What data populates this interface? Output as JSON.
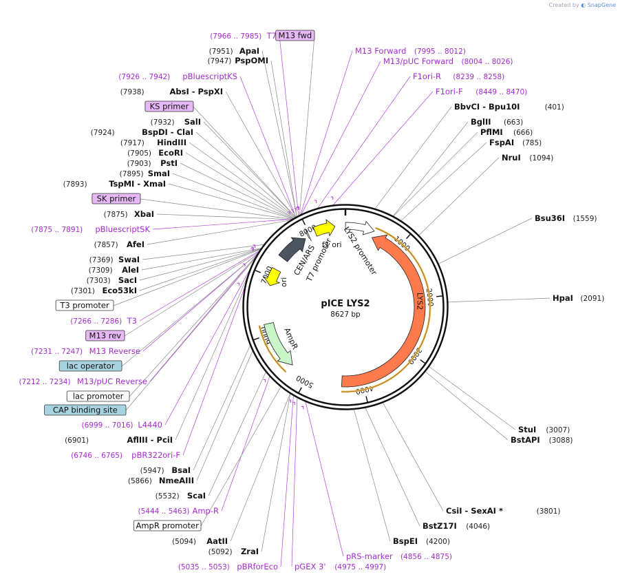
{
  "credit": {
    "prefix": "Created by",
    "brand": "SnapGene"
  },
  "plasmid": {
    "name": "pICE LYS2",
    "size": "8627 bp",
    "length": 8627
  },
  "colors": {
    "enzyme_bold": "#111111",
    "enzyme_pos": "#222222",
    "primer_text": "#a52bd1",
    "line_gray": "#888888",
    "primer_line": "#b23fe0",
    "backbone": "#111111",
    "lys2": "#ff7a4d",
    "yellow_feature": "#ffff00",
    "ampr": "#c9f5c9",
    "cen_ars": "#4a5560",
    "orange_halo": "#f2c66a",
    "box_purple": "#e6b8f5",
    "box_blue": "#a7d4e0",
    "box_white": "#ffffff"
  },
  "ring_ticks": [
    {
      "pos": 0,
      "label": ""
    },
    {
      "pos": 1000,
      "label": "1000"
    },
    {
      "pos": 2000,
      "label": "2000"
    },
    {
      "pos": 3000,
      "label": "3000"
    },
    {
      "pos": 4000,
      "label": "4000"
    },
    {
      "pos": 5000,
      "label": "5000"
    },
    {
      "pos": 6000,
      "label": "6000"
    },
    {
      "pos": 7000,
      "label": "7000"
    },
    {
      "pos": 8000,
      "label": "8000"
    }
  ],
  "features": [
    {
      "name": "LYS2",
      "start": 500,
      "end": 4380,
      "strand": -1,
      "color": "#ff7a4d",
      "kind": "cds"
    },
    {
      "name": "LYS2 promoter",
      "start": 1,
      "end": 500,
      "strand": 1,
      "color": "#ffffff",
      "kind": "promoter"
    },
    {
      "name": "f1 ori",
      "start": 8100,
      "end": 8450,
      "strand": 1,
      "color": "#ffff00",
      "kind": "ori"
    },
    {
      "name": "CEN/ARS",
      "start": 7380,
      "end": 7900,
      "strand": 1,
      "color": "#4a5560",
      "kind": "misc"
    },
    {
      "name": "ori",
      "start": 6850,
      "end": 7150,
      "strand": -1,
      "color": "#ffff00",
      "kind": "ori"
    },
    {
      "name": "AmpR",
      "start": 5330,
      "end": 6180,
      "strand": -1,
      "color": "#c9f5c9",
      "kind": "cds"
    },
    {
      "name": "T7 promoter",
      "start": 7960,
      "end": 7980,
      "strand": 1,
      "color": "#ffffff",
      "kind": "promoter"
    }
  ],
  "inner_labels": {
    "f1_ori": "f1 ori",
    "lys2_promoter": "LYS2 promoter",
    "lys2": "LYS2",
    "cen_ars": "CEN/ARS",
    "t7_promoter": "T7 promoter",
    "ori": "ori",
    "ampr": "AmpR"
  },
  "labels": [
    {
      "name": "T7",
      "pos": "(7966 .. 7985)",
      "style": "primer",
      "pos_side": "left",
      "site": 7975
    },
    {
      "name": "M13 fwd",
      "pos": "",
      "style": "box-purple",
      "pos_side": "left",
      "site": 7990
    },
    {
      "name": "ApaI",
      "pos": "(7951)",
      "style": "enzyme",
      "pos_side": "left",
      "site": 7951
    },
    {
      "name": "PspOMI",
      "pos": "(7947)",
      "style": "enzyme",
      "pos_side": "left",
      "site": 7947
    },
    {
      "name": "pBluescriptKS",
      "pos": "(7926 .. 7942)",
      "style": "primer",
      "pos_side": "left",
      "site": 7934
    },
    {
      "name": "AbsI  -  PspXI",
      "pos": "(7938)",
      "style": "enzyme",
      "pos_side": "left",
      "site": 7938
    },
    {
      "name": "KS primer",
      "pos": "",
      "style": "box-purple",
      "pos_side": "left",
      "site": 7934
    },
    {
      "name": "SalI",
      "pos": "(7932)",
      "style": "enzyme",
      "pos_side": "left",
      "site": 7932
    },
    {
      "name": "BspDI  -  ClaI",
      "pos": "(7924)",
      "style": "enzyme",
      "pos_side": "left",
      "site": 7924
    },
    {
      "name": "HindIII",
      "pos": "(7917)",
      "style": "enzyme",
      "pos_side": "left",
      "site": 7917
    },
    {
      "name": "EcoRI",
      "pos": "(7905)",
      "style": "enzyme",
      "pos_side": "left",
      "site": 7905
    },
    {
      "name": "PstI",
      "pos": "(7903)",
      "style": "enzyme",
      "pos_side": "left",
      "site": 7903
    },
    {
      "name": "SmaI",
      "pos": "(7895)",
      "style": "enzyme",
      "pos_side": "left",
      "site": 7895
    },
    {
      "name": "TspMI  -  XmaI",
      "pos": "(7893)",
      "style": "enzyme",
      "pos_side": "left",
      "site": 7893
    },
    {
      "name": "SK primer",
      "pos": "",
      "style": "box-purple",
      "pos_side": "left",
      "site": 7883
    },
    {
      "name": "XbaI",
      "pos": "(7875)",
      "style": "enzyme",
      "pos_side": "left",
      "site": 7875
    },
    {
      "name": "pBluescriptSK",
      "pos": "(7875 .. 7891)",
      "style": "primer",
      "pos_side": "left",
      "site": 7883
    },
    {
      "name": "AfeI",
      "pos": "(7857)",
      "style": "enzyme",
      "pos_side": "left",
      "site": 7857
    },
    {
      "name": "SwaI",
      "pos": "(7369)",
      "style": "enzyme",
      "pos_side": "left",
      "site": 7369
    },
    {
      "name": "AleI",
      "pos": "(7309)",
      "style": "enzyme",
      "pos_side": "left",
      "site": 7309
    },
    {
      "name": "SacI",
      "pos": "(7303)",
      "style": "enzyme",
      "pos_side": "left",
      "site": 7303
    },
    {
      "name": "Eco53kI",
      "pos": "(7301)",
      "style": "enzyme",
      "pos_side": "left",
      "site": 7301
    },
    {
      "name": "T3 promoter",
      "pos": "",
      "style": "box-white",
      "pos_side": "left",
      "site": 7290
    },
    {
      "name": "T3",
      "pos": "(7266 .. 7286)",
      "style": "primer",
      "pos_side": "left",
      "site": 7276
    },
    {
      "name": "M13 rev",
      "pos": "",
      "style": "box-purple",
      "pos_side": "left",
      "site": 7255
    },
    {
      "name": "M13 Reverse",
      "pos": "(7231 .. 7247)",
      "style": "primer",
      "pos_side": "left",
      "site": 7239
    },
    {
      "name": "lac operator",
      "pos": "",
      "style": "box-blue",
      "pos_side": "left",
      "site": 7230
    },
    {
      "name": "M13/pUC Reverse",
      "pos": "(7212 .. 7234)",
      "style": "primer",
      "pos_side": "left",
      "site": 7223
    },
    {
      "name": "lac promoter",
      "pos": "",
      "style": "box-white",
      "pos_side": "left",
      "site": 7195
    },
    {
      "name": "CAP binding site",
      "pos": "",
      "style": "box-blue",
      "pos_side": "left",
      "site": 7160
    },
    {
      "name": "L4440",
      "pos": "(6999 .. 7016)",
      "style": "primer",
      "pos_side": "left",
      "site": 7007
    },
    {
      "name": "AflIII  -  PciI",
      "pos": "(6901)",
      "style": "enzyme",
      "pos_side": "left",
      "site": 6901
    },
    {
      "name": "pBR322ori-F",
      "pos": "(6746 .. 6765)",
      "style": "primer",
      "pos_side": "left",
      "site": 6755
    },
    {
      "name": "BsaI",
      "pos": "(5947)",
      "style": "enzyme",
      "pos_side": "left",
      "site": 5947
    },
    {
      "name": "NmeAIII",
      "pos": "(5866)",
      "style": "enzyme",
      "pos_side": "left",
      "site": 5866
    },
    {
      "name": "ScaI",
      "pos": "(5532)",
      "style": "enzyme",
      "pos_side": "left",
      "site": 5532
    },
    {
      "name": "Amp-R",
      "pos": "(5444 .. 5463)",
      "style": "primer",
      "pos_side": "left",
      "site": 5453
    },
    {
      "name": "AmpR promoter",
      "pos": "",
      "style": "box-white",
      "pos_side": "left",
      "site": 5250
    },
    {
      "name": "AatII",
      "pos": "(5094)",
      "style": "enzyme",
      "pos_side": "left",
      "site": 5094
    },
    {
      "name": "ZraI",
      "pos": "(5092)",
      "style": "enzyme",
      "pos_side": "left",
      "site": 5092
    },
    {
      "name": "pBRforEco",
      "pos": "(5035 .. 5053)",
      "style": "primer",
      "pos_side": "left",
      "site": 5044
    },
    {
      "name": "pGEX 3'",
      "pos": "(4975 .. 4997)",
      "style": "primer",
      "pos_side": "right",
      "site": 4986
    },
    {
      "name": "pRS-marker",
      "pos": "(4856 .. 4875)",
      "style": "primer",
      "pos_side": "right",
      "site": 4865
    },
    {
      "name": "M13 Forward",
      "pos": "(7995 .. 8012)",
      "style": "primer",
      "pos_side": "right",
      "site": 8003
    },
    {
      "name": "M13/pUC Forward",
      "pos": "(8004 .. 8026)",
      "style": "primer",
      "pos_side": "right",
      "site": 8015
    },
    {
      "name": "F1ori-R",
      "pos": "(8239 .. 8258)",
      "style": "primer",
      "pos_side": "right",
      "site": 8248
    },
    {
      "name": "F1ori-F",
      "pos": "(8449 .. 8470)",
      "style": "primer",
      "pos_side": "right",
      "site": 8460
    },
    {
      "name": "BbvCI  -  Bpu10I",
      "pos": "(401)",
      "style": "enzyme",
      "pos_side": "right",
      "site": 401
    },
    {
      "name": "BglII",
      "pos": "(663)",
      "style": "enzyme",
      "pos_side": "right",
      "site": 663
    },
    {
      "name": "PflMI",
      "pos": "(666)",
      "style": "enzyme",
      "pos_side": "right",
      "site": 666
    },
    {
      "name": "FspAI",
      "pos": "(785)",
      "style": "enzyme",
      "pos_side": "right",
      "site": 785
    },
    {
      "name": "NruI",
      "pos": "(1094)",
      "style": "enzyme",
      "pos_side": "right",
      "site": 1094
    },
    {
      "name": "Bsu36I",
      "pos": "(1559)",
      "style": "enzyme",
      "pos_side": "right",
      "site": 1559
    },
    {
      "name": "HpaI",
      "pos": "(2091)",
      "style": "enzyme",
      "pos_side": "right",
      "site": 2091
    },
    {
      "name": "StuI",
      "pos": "(3007)",
      "style": "enzyme",
      "pos_side": "right",
      "site": 3007
    },
    {
      "name": "BstAPI",
      "pos": "(3088)",
      "style": "enzyme",
      "pos_side": "right",
      "site": 3088
    },
    {
      "name": "CsiI  -  SexAI *",
      "pos": "(3801)",
      "style": "enzyme",
      "pos_side": "right",
      "site": 3801
    },
    {
      "name": "BstZ17I",
      "pos": "(4046)",
      "style": "enzyme",
      "pos_side": "right",
      "site": 4046
    },
    {
      "name": "BspEI",
      "pos": "(4200)",
      "style": "enzyme",
      "pos_side": "right",
      "site": 4200
    }
  ]
}
